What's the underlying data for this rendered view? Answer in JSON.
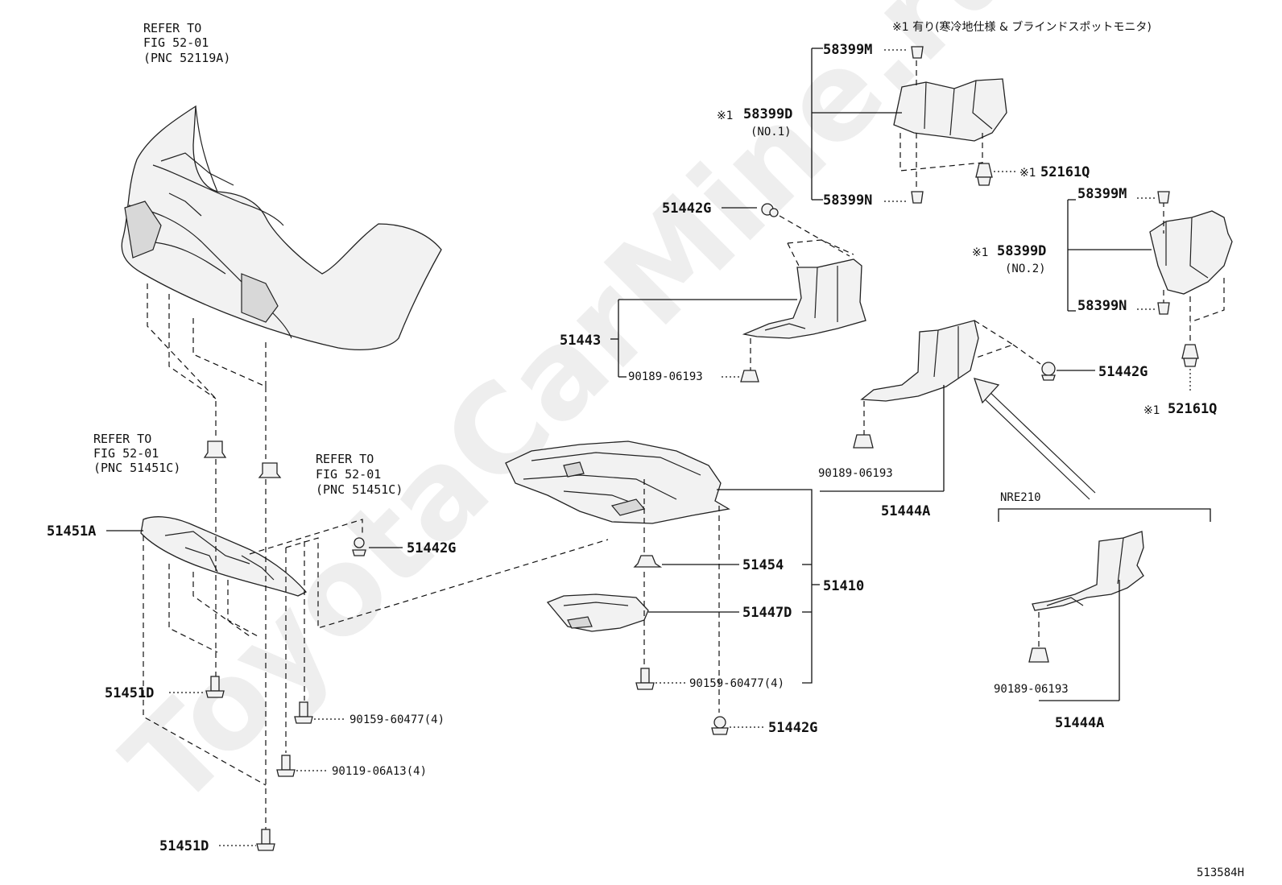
{
  "watermark": "ToyotaCarMine.ru",
  "figure_id": "513584H",
  "note": "※1 有り(寒冷地仕様 & ブラインドスポットモニタ)",
  "refs": {
    "bumper": [
      "REFER TO",
      "FIG 52-01",
      "(PNC 52119A)"
    ],
    "clip_left": [
      "REFER TO",
      "FIG 52-01",
      "(PNC 51451C)"
    ],
    "clip_right": [
      "REFER TO",
      "FIG 52-01",
      "(PNC 51451C)"
    ]
  },
  "labels": {
    "p51451A": "51451A",
    "p51442G_mid": "51442G",
    "p51451D_a": "51451D",
    "p90159_left": "90159-60477(4)",
    "p90119": "90119-06A13(4)",
    "p51451D_b": "51451D",
    "p58399M_a": "58399M",
    "mark_a": "※1",
    "p58399D_a": "58399D",
    "no1": "(NO.1)",
    "p52161Q_a": "52161Q",
    "p58399N_a": "58399N",
    "p51442G_top": "51442G",
    "p58399M_b": "58399M",
    "mark_b": "※1",
    "p58399D_b": "58399D",
    "no2": "(NO.2)",
    "p58399N_b": "58399N",
    "p51443": "51443",
    "p90189_a": "90189-06193",
    "p51442G_right": "51442G",
    "p52161Q_b": "52161Q",
    "p90189_b": "90189-06193",
    "p51444A_a": "51444A",
    "nre210": "NRE210",
    "p51454": "51454",
    "p51410": "51410",
    "p51447D": "51447D",
    "p90159_right": "90159-60477(4)",
    "p51442G_bottom": "51442G",
    "p90189_c": "90189-06193",
    "p51444A_b": "51444A"
  }
}
